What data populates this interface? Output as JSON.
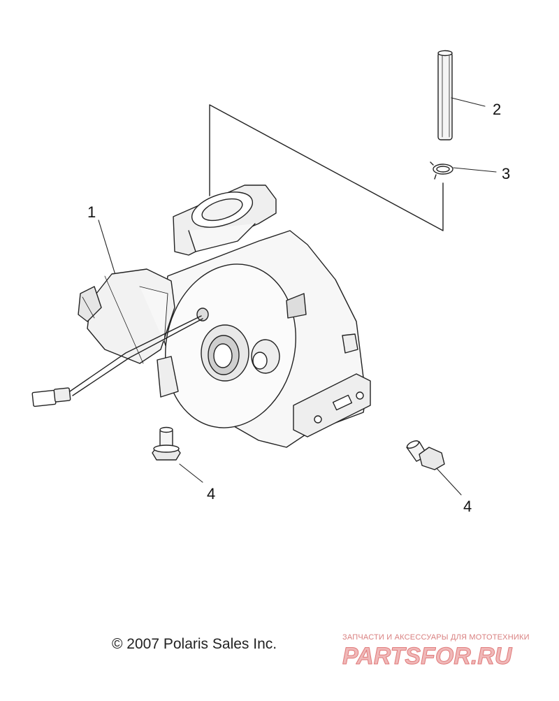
{
  "diagram": {
    "callouts": [
      {
        "id": "1",
        "label": "1"
      },
      {
        "id": "2",
        "label": "2"
      },
      {
        "id": "3",
        "label": "3"
      },
      {
        "id": "4a",
        "label": "4"
      },
      {
        "id": "4b",
        "label": "4"
      }
    ],
    "copyright": "© 2007 Polaris Sales Inc.",
    "watermark": {
      "caption": "ЗАПЧАСТИ И АКСЕССУАРЫ ДЛЯ МОТОТЕХНИКИ",
      "logo_text": "PARTSFOR.RU",
      "color": "#e07a7a"
    },
    "line_color": "#222222"
  }
}
